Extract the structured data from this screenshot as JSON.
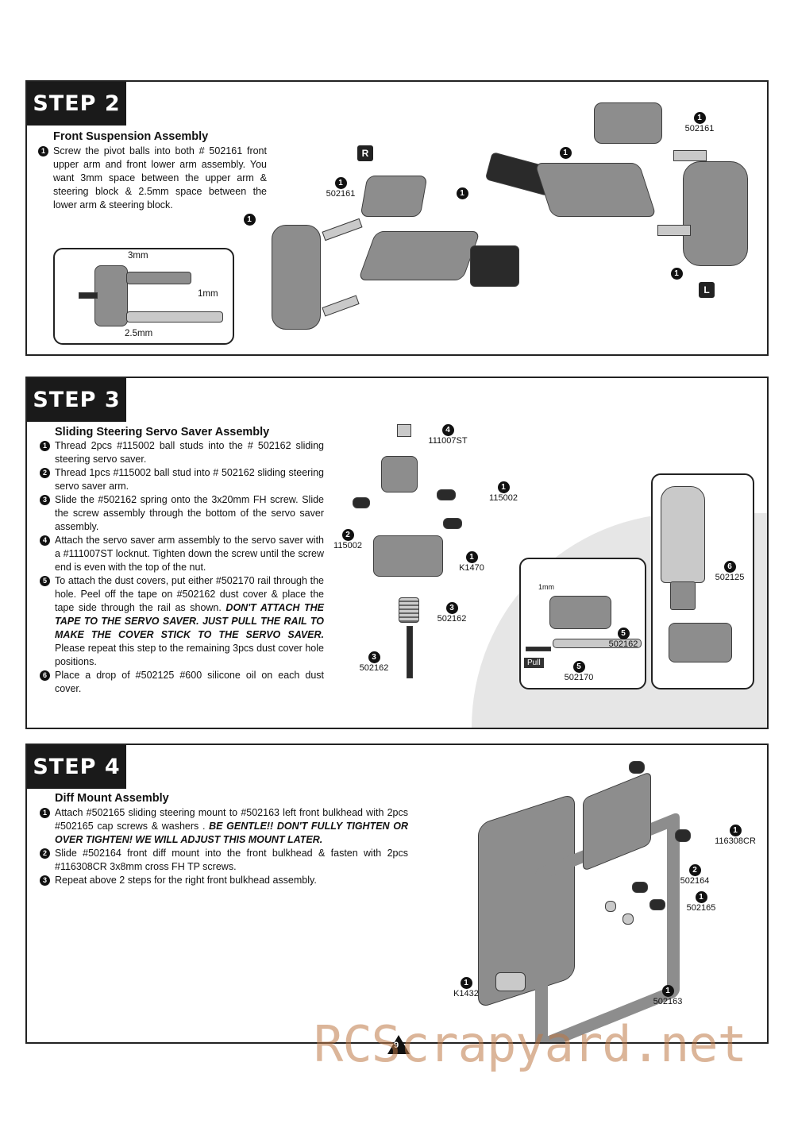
{
  "step2": {
    "badge": "STEP 2",
    "title": "Front Suspension Assembly",
    "instructions": [
      {
        "num": "1",
        "text": "Screw the pivot balls into both # 502161 front upper arm and front lower arm assembly. You want 3mm space between the upper arm & steering block & 2.5mm space between the lower arm & steering block."
      }
    ],
    "inset": {
      "dim_upper": "3mm",
      "dim_lower": "2.5mm",
      "dim_side": "1mm"
    },
    "side_r": "R",
    "side_l": "L",
    "callouts": [
      {
        "num": "1",
        "part": "502161"
      },
      {
        "num": "1",
        "part": "502161"
      },
      {
        "num": "1",
        "part": ""
      },
      {
        "num": "1",
        "part": ""
      },
      {
        "num": "1",
        "part": ""
      },
      {
        "num": "1",
        "part": ""
      }
    ]
  },
  "step3": {
    "badge": "STEP 3",
    "title": "Sliding Steering Servo Saver Assembly",
    "instructions": [
      {
        "num": "1",
        "text": "Thread 2pcs #115002 ball studs into the # 502162 sliding steering servo saver."
      },
      {
        "num": "2",
        "text": "Thread 1pcs #115002 ball stud into # 502162 sliding steering servo saver arm."
      },
      {
        "num": "3",
        "text": "Slide the #502162 spring onto the 3x20mm FH screw. Slide the screw assembly through the bottom of the servo saver assembly."
      },
      {
        "num": "4",
        "text": "Attach the servo saver arm assembly to the servo saver with a #111007ST locknut. Tighten down the screw until the screw end is even with the top of the nut."
      },
      {
        "num": "5",
        "text_a": "To attach the dust covers, put either #502170 rail through the hole. Peel off the tape on #502162 dust cover & place the tape side through the rail as shown.",
        "emphasis": "DON'T ATTACH THE TAPE TO THE SERVO SAVER. JUST PULL THE RAIL TO MAKE THE COVER STICK TO THE SERVO SAVER.",
        "text_b": "Please repeat this step to the remaining 3pcs dust cover hole positions."
      },
      {
        "num": "6",
        "text": "Place a drop of #502125 #600 silicone oil on each dust cover."
      }
    ],
    "callouts": {
      "c4": {
        "num": "4",
        "part": "111007ST"
      },
      "c1a": {
        "num": "1",
        "part": "115002"
      },
      "c2": {
        "num": "2",
        "part": "115002"
      },
      "c1b": {
        "num": "1",
        "part": "K1470"
      },
      "c3a": {
        "num": "3",
        "part": "502162"
      },
      "c3b": {
        "num": "3",
        "part": "502162"
      },
      "c5a": {
        "num": "5",
        "part": "502162"
      },
      "c5b": {
        "num": "5",
        "part": "502170"
      },
      "c6": {
        "num": "6",
        "part": "502125"
      }
    },
    "inset_dim": "1mm",
    "pull_label": "Pull"
  },
  "step4": {
    "badge": "STEP 4",
    "title": "Diff Mount Assembly",
    "instructions": [
      {
        "num": "1",
        "text_a": "Attach #502165 sliding steering mount to #502163 left front bulkhead with 2pcs #502165 cap screws & washers .",
        "emphasis": "BE GENTLE!! DON'T FULLY TIGHTEN OR OVER TIGHTEN! WE WILL ADJUST THIS MOUNT LATER."
      },
      {
        "num": "2",
        "text": "Slide #502164 front diff mount into the front bulkhead & fasten with 2pcs #116308CR 3x8mm cross FH TP screws."
      },
      {
        "num": "3",
        "text": "Repeat above 2 steps for the right front bulkhead assembly."
      }
    ],
    "callouts": {
      "c1a": {
        "num": "1",
        "part": "116308CR"
      },
      "c2": {
        "num": "2",
        "part": "502164"
      },
      "c1b": {
        "num": "1",
        "part": "502165"
      },
      "c1c": {
        "num": "1",
        "part": "K1432"
      },
      "c1d": {
        "num": "1",
        "part": "502163"
      }
    }
  },
  "page_number": "9",
  "watermark": "RCScrapyard.net"
}
